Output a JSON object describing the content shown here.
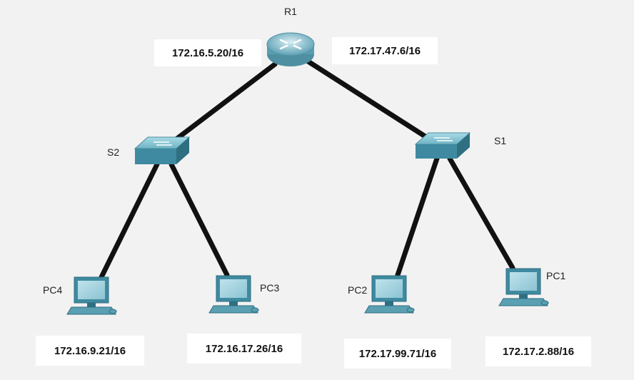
{
  "nodes": {
    "r1": {
      "label": "R1"
    },
    "s1": {
      "label": "S1"
    },
    "s2": {
      "label": "S2"
    },
    "pc1": {
      "label": "PC1"
    },
    "pc2": {
      "label": "PC2"
    },
    "pc3": {
      "label": "PC3"
    },
    "pc4": {
      "label": "PC4"
    }
  },
  "addresses": {
    "r1_left": "172.16.5.20/16",
    "r1_right": "172.17.47.6/16",
    "pc4": "172.16.9.21/16",
    "pc3": "172.16.17.26/16",
    "pc2": "172.17.99.71/16",
    "pc1": "172.17.2.88/16"
  },
  "colors": {
    "link": "#111111",
    "device": "#3f8aa0",
    "device_light": "#9fd0dc",
    "background": "#f2f2f2"
  }
}
